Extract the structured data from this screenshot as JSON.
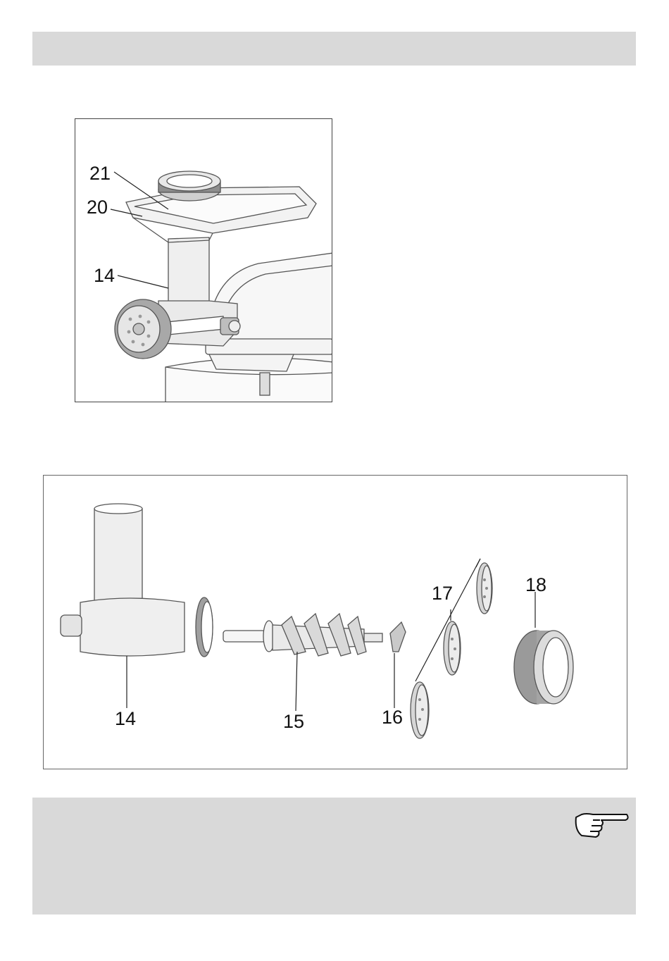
{
  "figure1": {
    "labels": {
      "l21": "21",
      "l20": "20",
      "l14": "14"
    }
  },
  "figure2": {
    "labels": {
      "l14": "14",
      "l15": "15",
      "l16": "16",
      "l17": "17",
      "l18": "18"
    }
  },
  "icons": {
    "note": "pointing-hand-icon"
  }
}
